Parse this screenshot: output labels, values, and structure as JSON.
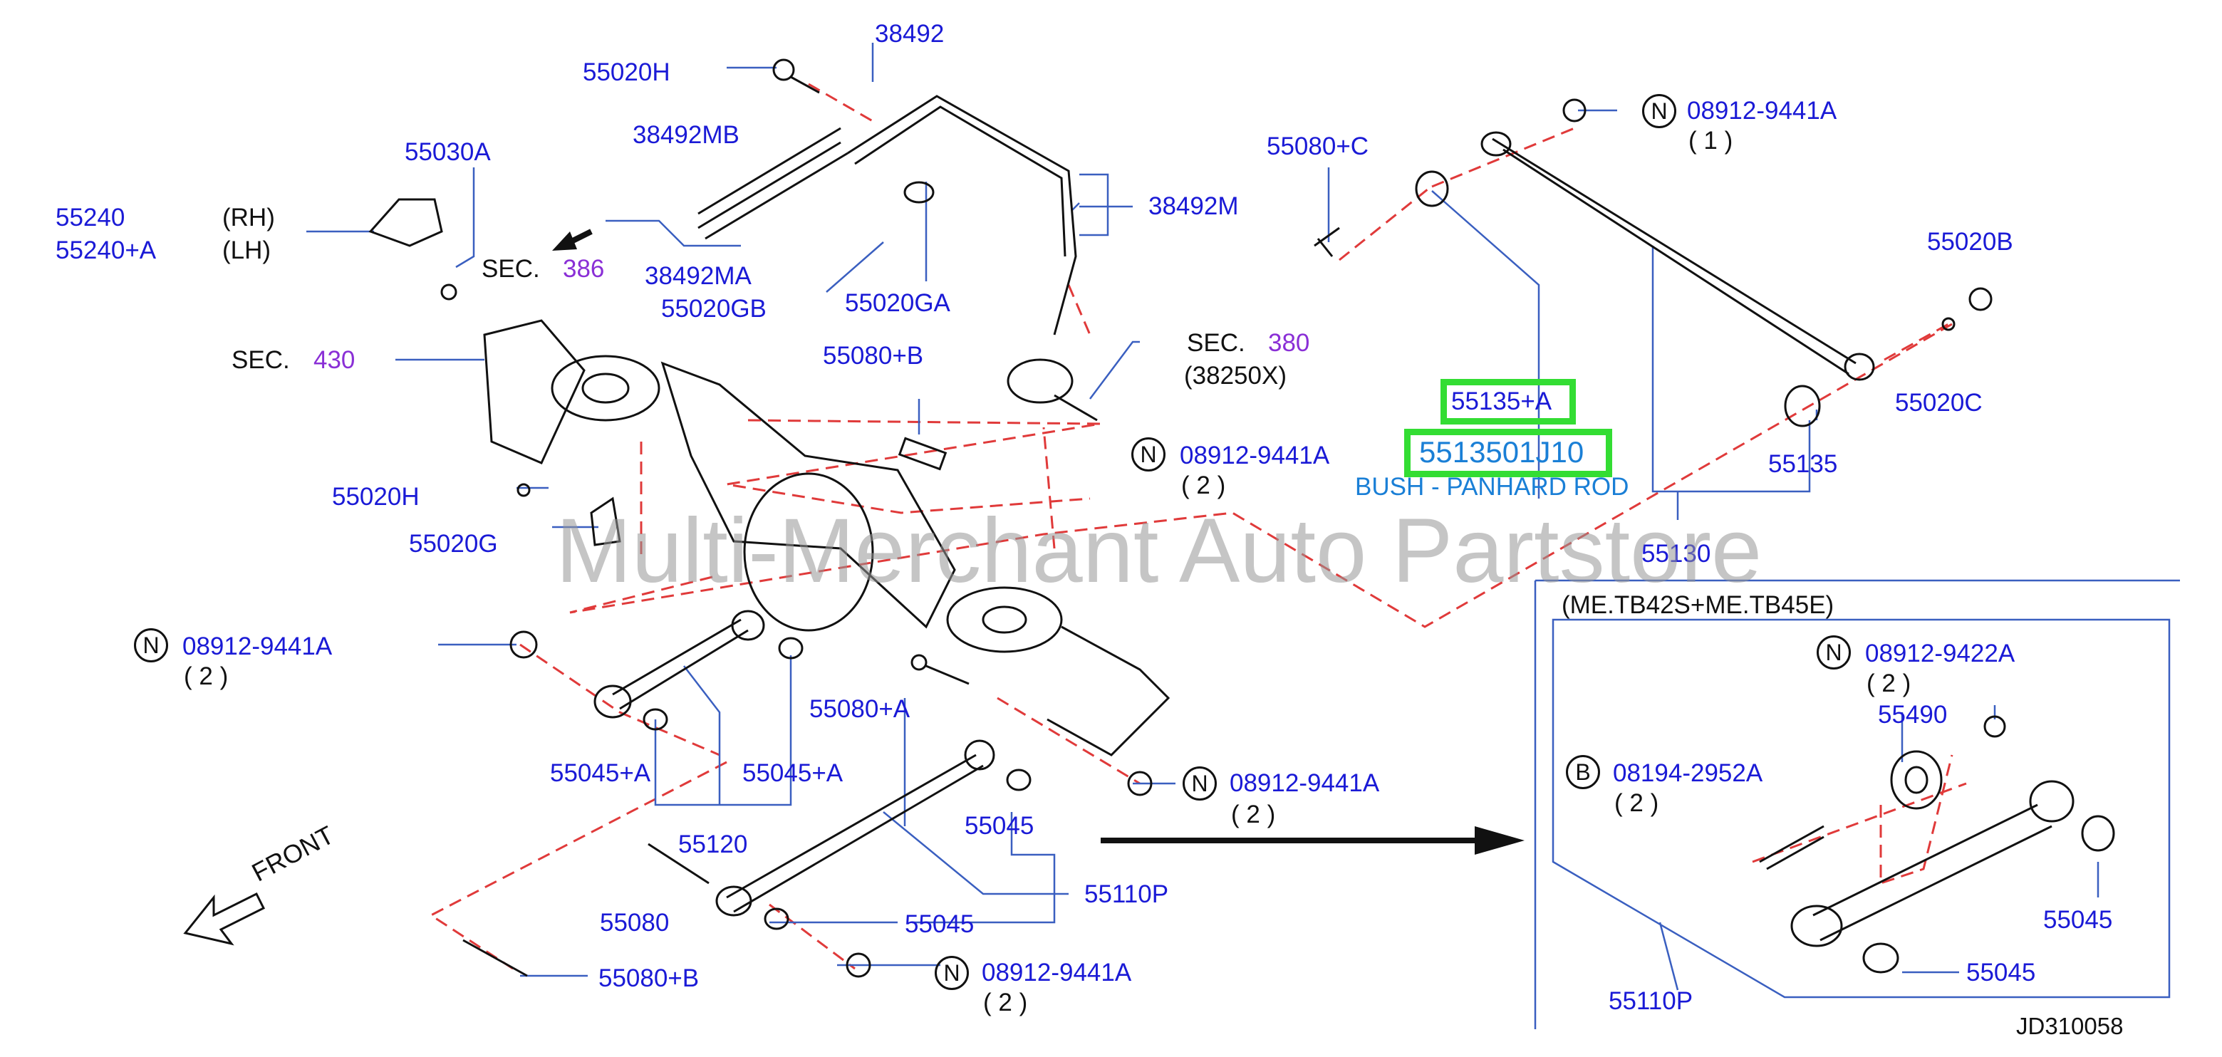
{
  "watermark": "Multi-Merchant Auto Partstore",
  "diagram_code": "JD310058",
  "labels": {
    "p38492": "38492",
    "p55020H_top": "55020H",
    "p38492MB": "38492MB",
    "p55030A": "55030A",
    "p55240": "55240",
    "rh": "(RH)",
    "p55240A": "55240+A",
    "lh": "(LH)",
    "sec_word_1": "SEC.",
    "sec_386": "386",
    "p38492MA": "38492MA",
    "p55020GB": "55020GB",
    "p55020GA": "55020GA",
    "p38492M": "38492M",
    "p55080C": "55080+C",
    "n_08912_9441A_top": "08912-9441A",
    "qty_1_top": "( 1 )",
    "p55020B": "55020B",
    "p55020C": "55020C",
    "sec_word_2": "SEC.",
    "sec_430": "430",
    "p55080B_mid": "55080+B",
    "sec_word_3": "SEC.",
    "sec_380": "380",
    "p38250X": "(38250X)",
    "n_08912_9441A_mid": "08912-9441A",
    "qty_2_mid": "( 2 )",
    "p55020H_mid": "55020H",
    "p55020G": "55020G",
    "p55135A": "55135+A",
    "p5513501J10": "5513501J10",
    "bush_desc": "BUSH - PANHARD ROD",
    "p55135": "55135",
    "p55130": "55130",
    "n_08912_9441A_left": "08912-9441A",
    "qty_2_left": "( 2 )",
    "p55080A": "55080+A",
    "p55045A_left": "55045+A",
    "p55045A_right": "55045+A",
    "p55120": "55120",
    "n_08912_9441A_low": "08912-9441A",
    "qty_2_low": "( 2 )",
    "p55045_mid": "55045",
    "front": "FRONT",
    "p55080": "55080",
    "p55110P": "55110P",
    "p55045_low": "55045",
    "p55080B_low": "55080+B",
    "n_08912_9441A_bottom": "08912-9441A",
    "qty_2_bottom": "( 2 )",
    "inset_title": "(ME.TB42S+ME.TB45E)",
    "n_08912_9422A": "08912-9422A",
    "qty_2_inset_n": "( 2 )",
    "p55490": "55490",
    "b_08194_2952A": "08194-2952A",
    "qty_2_inset_b": "( 2 )",
    "p55045_inset_r": "55045",
    "p55045_inset_b": "55045",
    "p55110P_inset": "55110P"
  },
  "markers": {
    "N": "N",
    "B": "B"
  },
  "colors": {
    "part_label": "#1a1ad6",
    "section_number": "#8a2fd6",
    "leader_line": "#3a5fc0",
    "dashed_line": "#e03a3a",
    "highlight_box": "#33dd33",
    "highlight_text": "#1a7fd6"
  }
}
